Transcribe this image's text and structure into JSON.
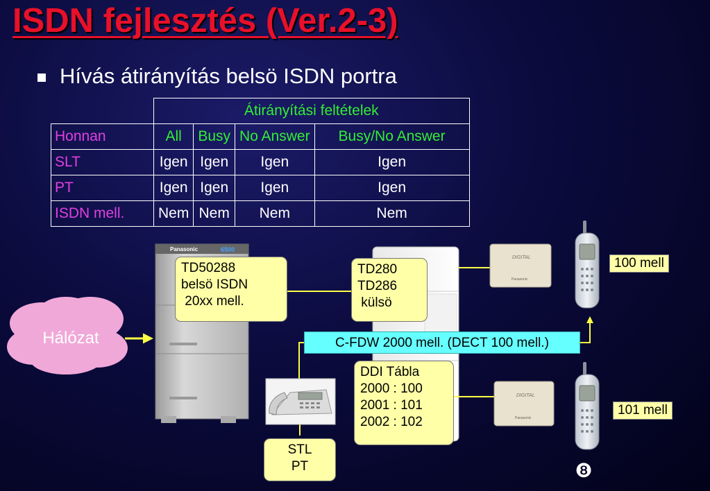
{
  "title": "ISDN fejlesztés (Ver.2-3)",
  "bullet": "Hívás átirányítás belsö ISDN portra",
  "table": {
    "group_header": "Átirányítási feltételek",
    "row_header": "Honnan",
    "columns": [
      "All",
      "Busy",
      "No Answer",
      "Busy/No Answer"
    ],
    "rows": [
      {
        "label": "SLT",
        "values": [
          "Igen",
          "Igen",
          "Igen",
          "Igen"
        ]
      },
      {
        "label": "PT",
        "values": [
          "Igen",
          "Igen",
          "Igen",
          "Igen"
        ]
      },
      {
        "label": "ISDN mell.",
        "values": [
          "Nem",
          "Nem",
          "Nem",
          "Nem"
        ]
      }
    ]
  },
  "diagram": {
    "network_label": "Hálózat",
    "pbx_brand": "Panasonic",
    "pbx_model": "6500",
    "td50288_box": "TD50288\nbelsö ISDN\n 20xx mell.",
    "td280_box": "TD280\nTD286\n külsö",
    "cfdw_label": "C-FDW 2000 mell. (DECT 100 mell.)",
    "ddi_box": "DDI Tábla\n2000 : 100\n2001 : 101\n2002 : 102",
    "stl_box": "STL\nPT",
    "handset_top_label": "100 mell",
    "handset_bottom_label": "101 mell",
    "base_station_text": "DIGITAL",
    "base_station_brand": "Panasonic",
    "page_marker": "❽"
  },
  "colors": {
    "title": "#e8102a",
    "table_header": "#33ee33",
    "row_label": "#e040e0",
    "callout_fill": "#ffffa8",
    "cfdw_fill": "#66ffff",
    "connector": "#ffff44",
    "cloud": "#f0a8d8"
  }
}
